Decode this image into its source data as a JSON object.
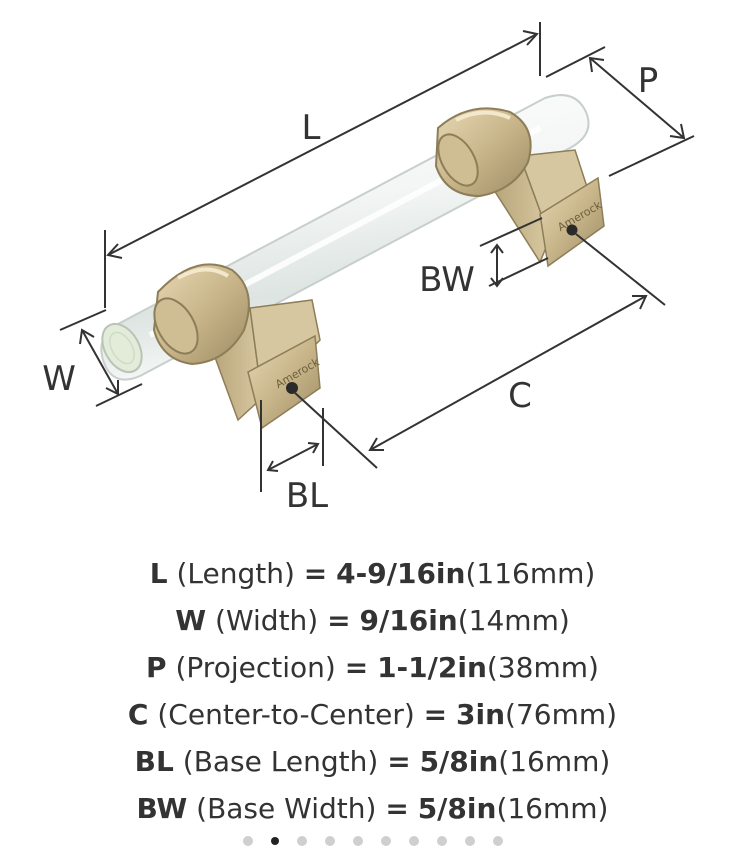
{
  "diagram": {
    "labels": {
      "L": "L",
      "P": "P",
      "BW": "BW",
      "W": "W",
      "C": "C",
      "BL": "BL"
    },
    "brand_mark": "Amerock",
    "colors": {
      "brass": "#c9b78e",
      "brass_dark": "#8d7d58",
      "acrylic": "#eef3f2",
      "line": "#333333"
    }
  },
  "specs": [
    {
      "code": "L",
      "name": "(Length)",
      "eq": "=",
      "imperial": "4-9/16in",
      "metric": "(116mm)"
    },
    {
      "code": "W",
      "name": "(Width)",
      "eq": "=",
      "imperial": "9/16in",
      "metric": "(14mm)"
    },
    {
      "code": "P",
      "name": "(Projection)",
      "eq": "=",
      "imperial": "1-1/2in",
      "metric": "(38mm)"
    },
    {
      "code": "C",
      "name": "(Center-to-Center)",
      "eq": "=",
      "imperial": "3in",
      "metric": "(76mm)"
    },
    {
      "code": "BL",
      "name": "(Base Length)",
      "eq": "=",
      "imperial": "5/8in",
      "metric": "(16mm)"
    },
    {
      "code": "BW",
      "name": "(Base Width)",
      "eq": "=",
      "imperial": "5/8in",
      "metric": "(16mm)"
    }
  ],
  "pagination": {
    "total": 10,
    "active_index": 1
  }
}
